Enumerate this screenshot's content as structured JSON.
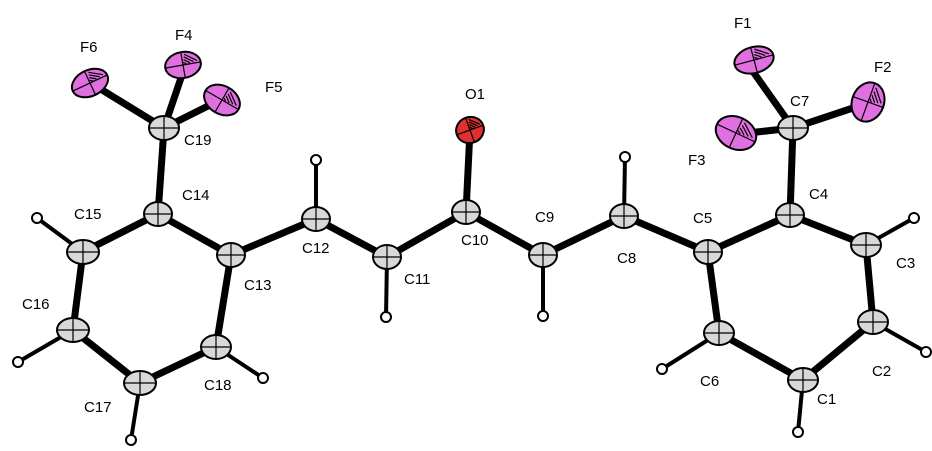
{
  "colors": {
    "carbon": "#d8d8d8",
    "fluorine": "#e070e0",
    "oxygen": "#e03030",
    "bond": "#000000"
  },
  "atoms": [
    {
      "id": "F1",
      "label": "F1",
      "element": "F"
    },
    {
      "id": "F2",
      "label": "F2",
      "element": "F"
    },
    {
      "id": "F3",
      "label": "F3",
      "element": "F"
    },
    {
      "id": "C7",
      "label": "C7",
      "element": "C"
    },
    {
      "id": "C4",
      "label": "C4",
      "element": "C"
    },
    {
      "id": "C3",
      "label": "C3",
      "element": "C"
    },
    {
      "id": "C2",
      "label": "C2",
      "element": "C"
    },
    {
      "id": "C1",
      "label": "C1",
      "element": "C"
    },
    {
      "id": "C6",
      "label": "C6",
      "element": "C"
    },
    {
      "id": "C5",
      "label": "C5",
      "element": "C"
    },
    {
      "id": "C8",
      "label": "C8",
      "element": "C"
    },
    {
      "id": "C9",
      "label": "C9",
      "element": "C"
    },
    {
      "id": "C10",
      "label": "C10",
      "element": "C"
    },
    {
      "id": "O1",
      "label": "O1",
      "element": "O"
    },
    {
      "id": "C11",
      "label": "C11",
      "element": "C"
    },
    {
      "id": "C12",
      "label": "C12",
      "element": "C"
    },
    {
      "id": "C13",
      "label": "C13",
      "element": "C"
    },
    {
      "id": "C14",
      "label": "C14",
      "element": "C"
    },
    {
      "id": "C15",
      "label": "C15",
      "element": "C"
    },
    {
      "id": "C16",
      "label": "C16",
      "element": "C"
    },
    {
      "id": "C17",
      "label": "C17",
      "element": "C"
    },
    {
      "id": "C18",
      "label": "C18",
      "element": "C"
    },
    {
      "id": "C19",
      "label": "C19",
      "element": "C"
    },
    {
      "id": "F4",
      "label": "F4",
      "element": "F"
    },
    {
      "id": "F5",
      "label": "F5",
      "element": "F"
    },
    {
      "id": "F6",
      "label": "F6",
      "element": "F"
    }
  ]
}
